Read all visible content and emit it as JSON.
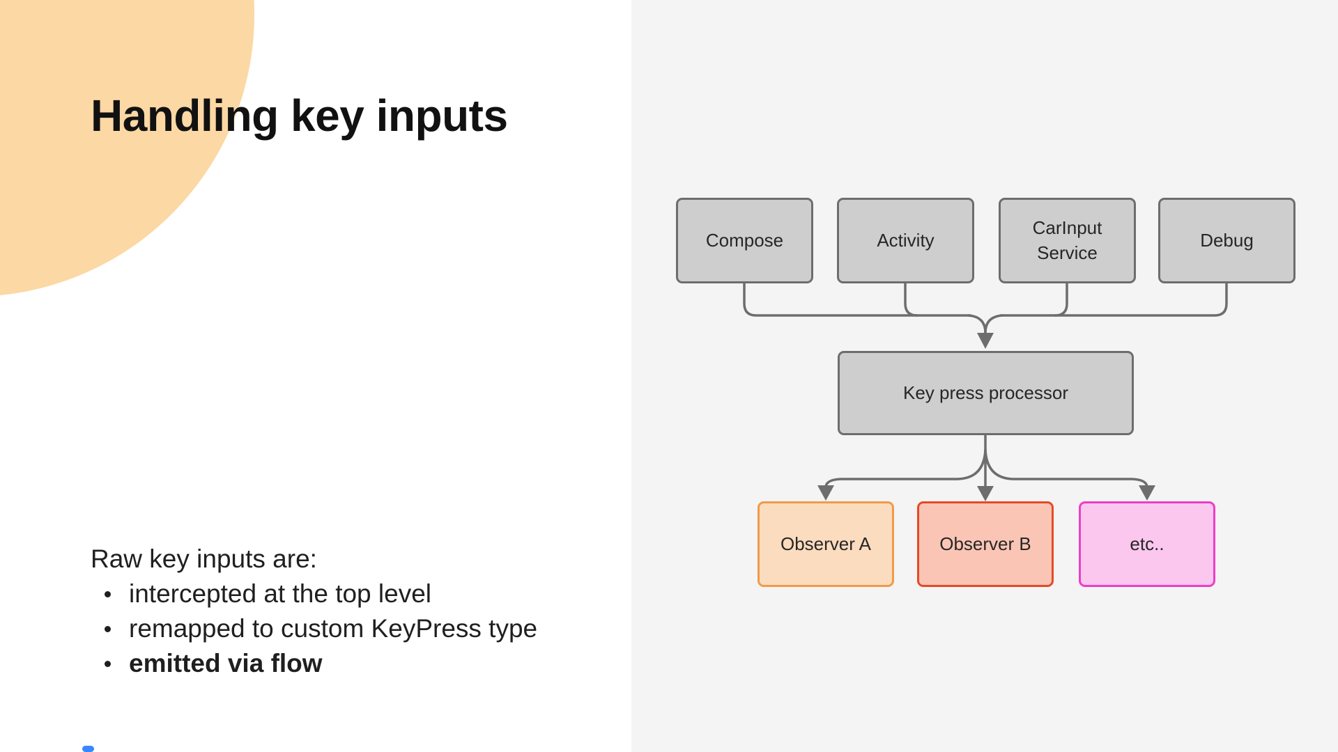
{
  "slide": {
    "title": "Handling key inputs",
    "body_intro": "Raw key inputs are:",
    "bullets": [
      {
        "text": "intercepted at the top level",
        "bold": false
      },
      {
        "text": "remapped to custom KeyPress type",
        "bold": false
      },
      {
        "text": "emitted via flow",
        "bold": true
      }
    ]
  },
  "diagram": {
    "sources": [
      {
        "label": "Compose"
      },
      {
        "label": "Activity"
      },
      {
        "label": "CarInput Service"
      },
      {
        "label": "Debug"
      }
    ],
    "processor_label": "Key press processor",
    "observers": [
      {
        "label": "Observer A",
        "fill": "#fcdcbe",
        "border": "#f19a4a"
      },
      {
        "label": "Observer B",
        "fill": "#fbc5b5",
        "border": "#e54a27"
      },
      {
        "label": "etc..",
        "fill": "#fbc7ee",
        "border": "#eb3ec7"
      }
    ]
  },
  "colors": {
    "accent_circle": "#fbd8a4",
    "left_bg": "#ffffff",
    "panel_bg": "#f4f4f4",
    "node_fill": "#cecece",
    "node_border": "#6d6d6d",
    "connector": "#6d6d6d",
    "title_text": "#111111",
    "body_text": "#1f1f1f",
    "progress_indicator": "#3a86ff"
  }
}
